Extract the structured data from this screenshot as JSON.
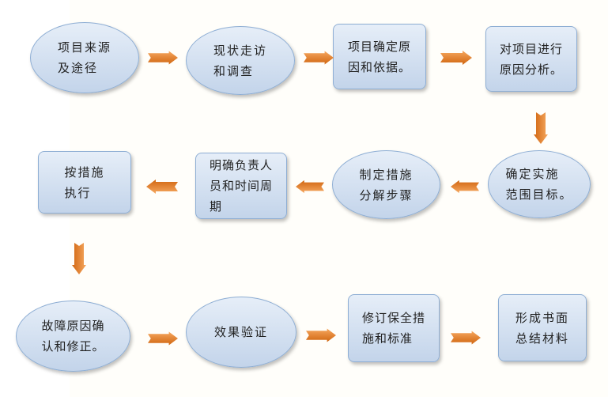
{
  "nodes": [
    {
      "text": "项目来源\n及途径",
      "shape": "ellipse"
    },
    {
      "text": "现状走访\n和调查",
      "shape": "ellipse"
    },
    {
      "text": "项目确定原\n因和依据。",
      "shape": "rect"
    },
    {
      "text": "对项目进行\n原因分析。",
      "shape": "rect"
    },
    {
      "text": "确定实施\n范围目标。",
      "shape": "ellipse"
    },
    {
      "text": "制定措施\n分解步骤",
      "shape": "ellipse"
    },
    {
      "text": "明确负责人\n员和时间周\n期",
      "shape": "rect"
    },
    {
      "text": "按措施\n执行",
      "shape": "rect"
    },
    {
      "text": "故障原因确\n认和修正。",
      "shape": "ellipse"
    },
    {
      "text": "效果验证",
      "shape": "ellipse"
    },
    {
      "text": "修订保全措\n施和标准",
      "shape": "rect"
    },
    {
      "text": "形成书面\n总结材料",
      "shape": "rect"
    }
  ],
  "colors": {
    "arrow": "#e07820",
    "node_border": "#8eaed4"
  }
}
